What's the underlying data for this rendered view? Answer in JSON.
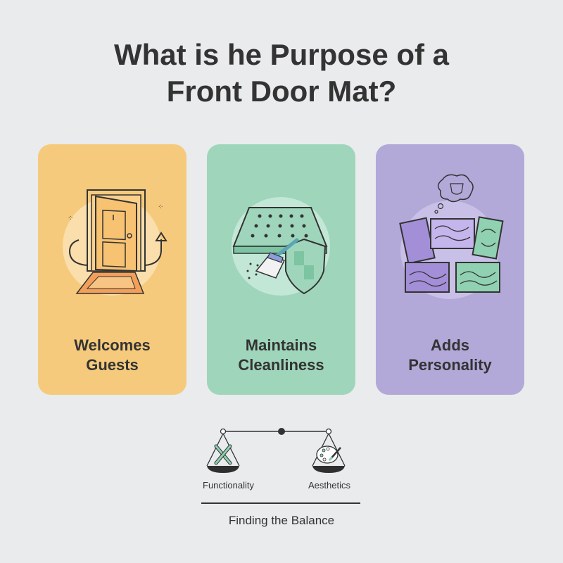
{
  "title": {
    "line1": "What is he Purpose of a",
    "line2": "Front Door Mat?"
  },
  "cards": [
    {
      "line1": "Welcomes",
      "line2": "Guests",
      "icon": "door-mat-icon",
      "color": "#f5ca7c"
    },
    {
      "line1": "Maintains",
      "line2": "Cleanliness",
      "icon": "mat-brush-shield-icon",
      "color": "#9fd6bb"
    },
    {
      "line1": "Adds",
      "line2": "Personality",
      "icon": "mat-designs-icon",
      "color": "#b2a9d9"
    }
  ],
  "balance": {
    "left_label": "Functionality",
    "right_label": "Aesthetics",
    "caption": "Finding the Balance"
  }
}
